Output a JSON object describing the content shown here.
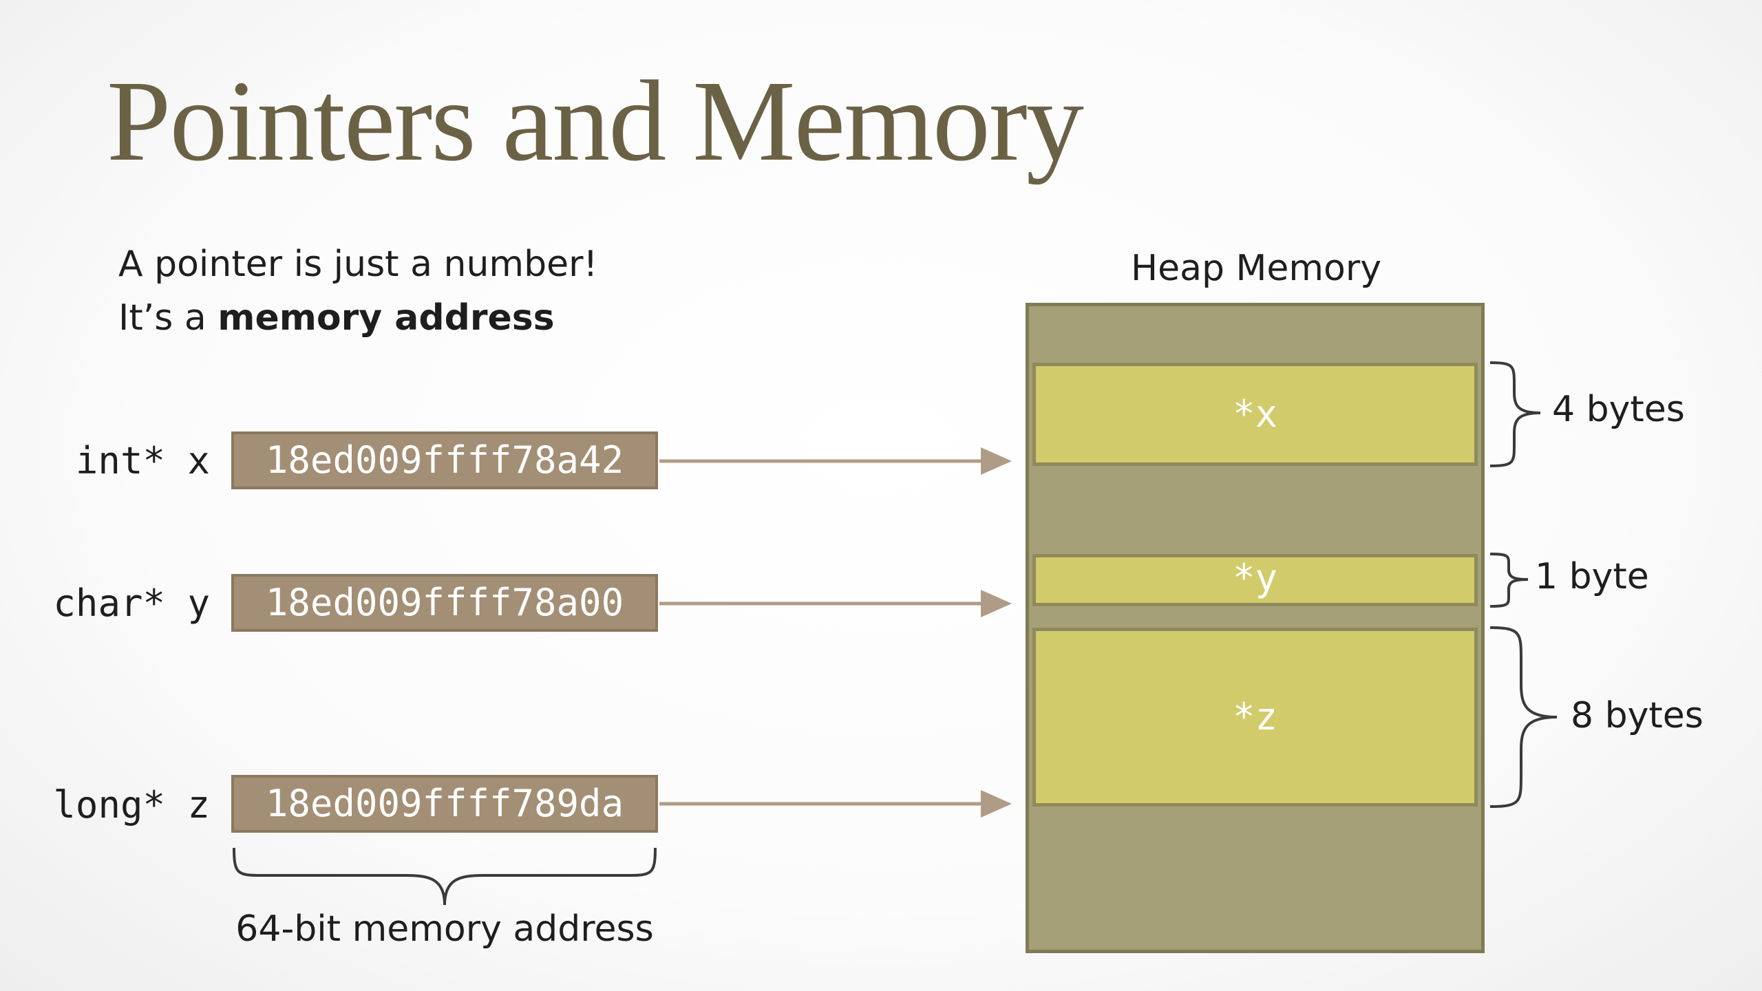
{
  "slide": {
    "title": "Pointers and Memory",
    "intro_line1": "A pointer is just a number!",
    "intro_line2_prefix": "It’s a ",
    "intro_line2_bold": "memory address"
  },
  "pointers": [
    {
      "declaration": "int* x",
      "address": "18ed009ffff78a42"
    },
    {
      "declaration": "char* y",
      "address": "18ed009ffff78a00"
    },
    {
      "declaration": "long* z",
      "address": "18ed009ffff789da"
    }
  ],
  "address_caption": "64-bit memory address",
  "heap": {
    "title": "Heap Memory",
    "cells": [
      {
        "label": "*x",
        "size": "4 bytes"
      },
      {
        "label": "*y",
        "size": "1 byte"
      },
      {
        "label": "*z",
        "size": "8 bytes"
      }
    ]
  },
  "colors": {
    "title": "#6b6246",
    "address_box": "#a38f75",
    "heap_bg": "#a6a078",
    "heap_cell": "#d2cb6c",
    "arrow": "#b09c86"
  }
}
